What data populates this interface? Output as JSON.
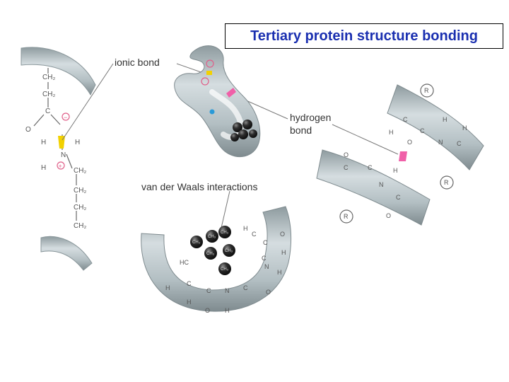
{
  "title": "Tertiary protein structure bonding",
  "labels": {
    "ionic_bond": "ionic bond",
    "hydrogen_bond_line1": "hydrogen",
    "hydrogen_bond_line2": "bond",
    "van_der_waals": "van der Waals interactions"
  },
  "left_chain": {
    "groups": [
      "CH₂",
      "CH₂",
      "C",
      "O",
      "H",
      "N",
      "H",
      "H",
      "CH₂",
      "CH₂",
      "CH₂",
      "CH₂"
    ],
    "charges": [
      "−",
      "+"
    ]
  },
  "vdw_chain": {
    "methyls": [
      "CH₃",
      "CH₃",
      "CH₃",
      "CH₃",
      "CH₃",
      "CH₃"
    ],
    "atoms": [
      "H",
      "C",
      "O",
      "C",
      "H",
      "HC",
      "C",
      "N",
      "H",
      "H",
      "C",
      "C",
      "N",
      "C",
      "H",
      "O",
      "H",
      "O"
    ]
  },
  "right_chains": {
    "r_groups": [
      "R",
      "R",
      "R"
    ],
    "atoms": [
      "H",
      "H",
      "C",
      "C",
      "N",
      "C",
      "O",
      "H",
      "O",
      "C",
      "C",
      "N",
      "H",
      "C",
      "O"
    ]
  },
  "colors": {
    "title_text": "#1a2fb0",
    "tube_fill": "#b7c3c6",
    "ionic_marker": "#f2d100",
    "hydrogen_marker": "#f060a8",
    "charge_marker": "#e0608a",
    "cation_marker": "#2a9ad8"
  }
}
